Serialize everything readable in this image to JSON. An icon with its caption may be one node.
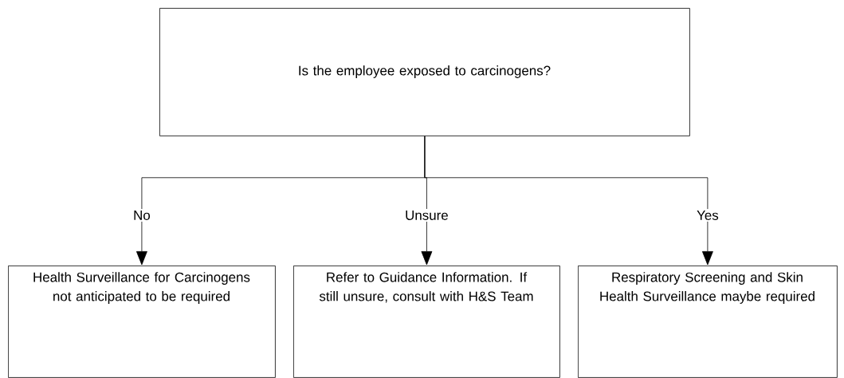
{
  "diagram": {
    "nodes": [
      {
        "text": [
          "Is the employee exposed to carcinogens?"
        ]
      },
      {
        "text": [
          "Health Surveillance for Carcinogens not anticipated to be required"
        ]
      },
      {
        "text": [
          "Refer to Guidance Information. If still unsure, consult with H&S Team"
        ]
      },
      {
        "text": [
          "Respiratory Screening and Skin Health Surveillance maybe required"
        ]
      }
    ],
    "edges": [
      {
        "from": 0,
        "to": 1,
        "arrow": "to",
        "label": "No"
      },
      {
        "from": 0,
        "to": 2,
        "arrow": "to",
        "label": "Unsure"
      },
      {
        "from": 0,
        "to": 3,
        "arrow": "to",
        "label": "Yes"
      }
    ]
  }
}
